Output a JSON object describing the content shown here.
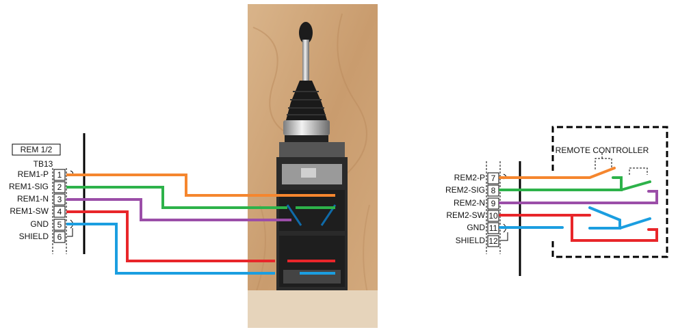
{
  "left_block": {
    "header": "REM 1/2",
    "terminal_block": "TB13",
    "terminals": [
      {
        "label": "REM1-P",
        "number": "1"
      },
      {
        "label": "REM1-SIG",
        "number": "2"
      },
      {
        "label": "REM1-N",
        "number": "3"
      },
      {
        "label": "REM1-SW",
        "number": "4"
      },
      {
        "label": "GND",
        "number": "5"
      },
      {
        "label": "SHIELD",
        "number": "6"
      }
    ]
  },
  "right_block": {
    "terminals": [
      {
        "label": "REM2-P",
        "number": "7"
      },
      {
        "label": "REM2-SIG",
        "number": "8"
      },
      {
        "label": "REM2-N",
        "number": "9"
      },
      {
        "label": "REM2-SW",
        "number": "10"
      },
      {
        "label": "GND",
        "number": "11"
      },
      {
        "label": "SHIELD",
        "number": "12"
      }
    ],
    "controller_label": "REMOTE CONTROLLER"
  },
  "colors": {
    "P": "#f5862e",
    "SIG": "#2db24a",
    "N": "#9b4ea8",
    "SW": "#e8262a",
    "GND": "#1b9ee0"
  }
}
